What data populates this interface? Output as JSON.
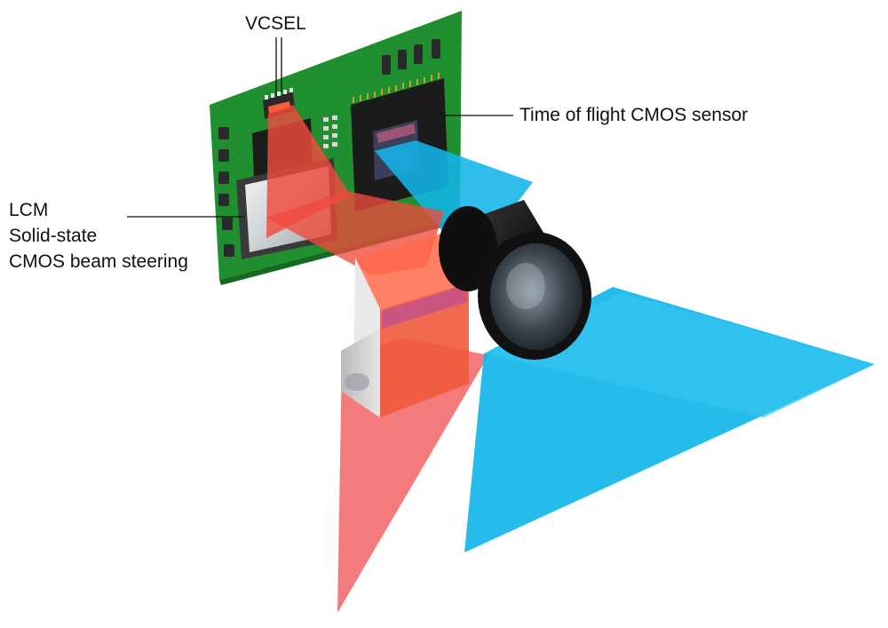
{
  "labels": {
    "vcsel": "VCSEL",
    "tof_sensor": "Time of flight CMOS sensor",
    "lcm_lines": [
      "LCM",
      "Solid-state",
      "CMOS beam steering"
    ]
  },
  "colors": {
    "pcb": "#1f8f2f",
    "pcb_dark": "#146a21",
    "ic_black": "#1b1b1b",
    "laser_red": "#f04a3c",
    "beam_red": "#f26464",
    "beam_blue": "#12b5e8",
    "lens_black": "#151515",
    "text": "#111111"
  },
  "icons": [
    "vcsel-chip",
    "tof-sensor-chip",
    "lcm-module",
    "lens-barrel",
    "prism-cube"
  ]
}
